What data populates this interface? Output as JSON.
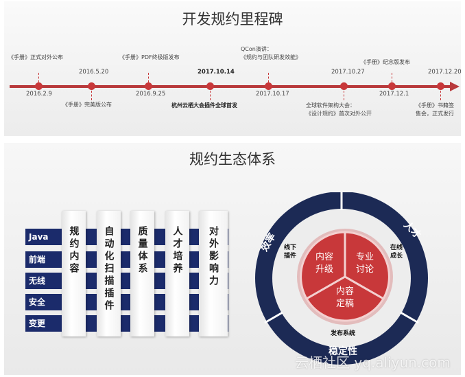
{
  "milestones": {
    "title": "开发规约里程碑",
    "events": [
      {
        "date": "2016.2.9",
        "text": "《手册》正式对外公布"
      },
      {
        "date": "2016.5.20",
        "text": "《手册》完美版公布"
      },
      {
        "date": "2016.9.25",
        "text": "《手册》PDF终极版发布"
      },
      {
        "date": "2017.10.14",
        "text": "杭州云栖大会插件全球首发"
      },
      {
        "date": "2017.10.17",
        "text": "QCon演讲：",
        "text2": "《规约与团队研发效能》"
      },
      {
        "date": "2017.10.27",
        "text": "全球软件架构大会：",
        "text2": "《设计规约》首次对外公开"
      },
      {
        "date": "2017.12.1",
        "text": "《手册》纪念版发布"
      },
      {
        "date": "2017.12.20",
        "text": "《手册》书籍签",
        "text2": "售会，正式发行"
      }
    ]
  },
  "ecosystem": {
    "title": "规约生态体系",
    "rows": [
      "Java",
      "前端",
      "无线",
      "安全",
      "变更"
    ],
    "columns": [
      "规约内容",
      "自动化扫描插件",
      "质量体系",
      "人才培养",
      "对外影响力"
    ],
    "ring": {
      "left": "效率",
      "right": "人才",
      "bottom": "稳定性"
    },
    "inner": {
      "left": "线下插件",
      "right": "在线成长",
      "bottom": "发布系统"
    },
    "pie": [
      "内容升级",
      "专业讨论",
      "内容定稿"
    ],
    "colors": {
      "navy": "#1b2b6b",
      "red": "#c8383a"
    }
  },
  "watermark": "云栖社区 yq.aliyun.com"
}
